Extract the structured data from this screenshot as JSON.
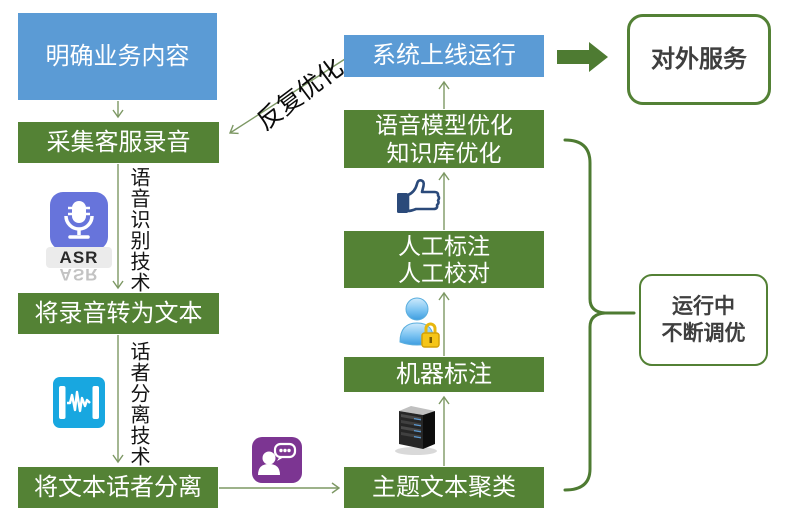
{
  "diagram": {
    "boxes": {
      "clarify_business": "明确业务内容",
      "collect_recordings": "采集客服录音",
      "convert_to_text": "将录音转为文本",
      "separate_speakers": "将文本话者分离",
      "topic_clustering": "主题文本聚类",
      "machine_labeling": "机器标注",
      "manual_labeling": "人工标注\n人工校对",
      "model_optimization": "语音模型优化\n知识库优化",
      "system_online": "系统上线运行",
      "external_service": "对外服务",
      "continuous_tuning": "运行中\n不断调优"
    },
    "edge_labels": {
      "speech_recognition": "语音识别技术",
      "speaker_separation": "话者分离技术",
      "repeated_optimization": "反复优化"
    },
    "icon_labels": {
      "asr": "ASR"
    },
    "colors": {
      "blue_box": "#5B9BD5",
      "green_box": "#548235",
      "outline_border": "#538135",
      "brace_green": "#4e7b32",
      "block_arrow": "#4e7b32",
      "thin_arrow": "#7d9864",
      "asr_icon_bg": "#6774DB",
      "waveform_icon_bg": "#18A7E0",
      "chat_icon_bg": "#7C3592",
      "thumb_icon": "#2b4a7a"
    }
  }
}
